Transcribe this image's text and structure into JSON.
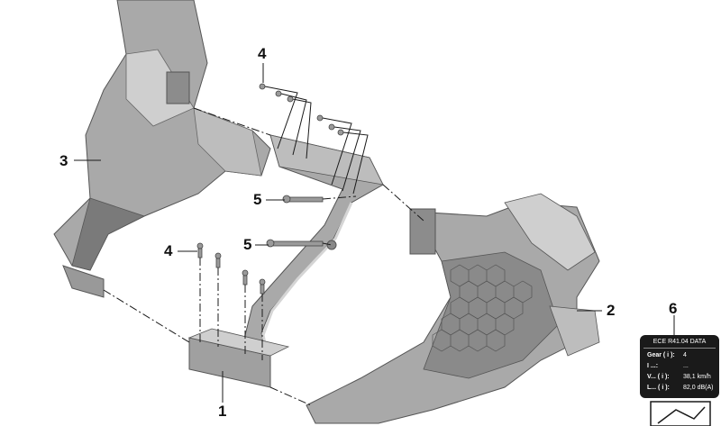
{
  "callouts": {
    "c1": "1",
    "c2": "2",
    "c3": "3",
    "c4a": "4",
    "c4b": "4",
    "c5a": "5",
    "c5b": "5",
    "c6": "6"
  },
  "label": {
    "title": "ECE R41.04 DATA",
    "rows": [
      {
        "key": "Gear ( i ):",
        "value": "4"
      },
      {
        "key": "I ...:",
        "value": "..."
      },
      {
        "key": "V... ( i ):",
        "value": "38,1 km/h"
      },
      {
        "key": "L... ( i ):",
        "value": "82,0 dB(A)"
      }
    ]
  },
  "colors": {
    "part_fill": "#a9a9a9",
    "part_dark": "#6f6f6f",
    "part_light": "#cfcfcf",
    "line": "#1a1a1a",
    "label_bg": "#1a1a1a"
  }
}
